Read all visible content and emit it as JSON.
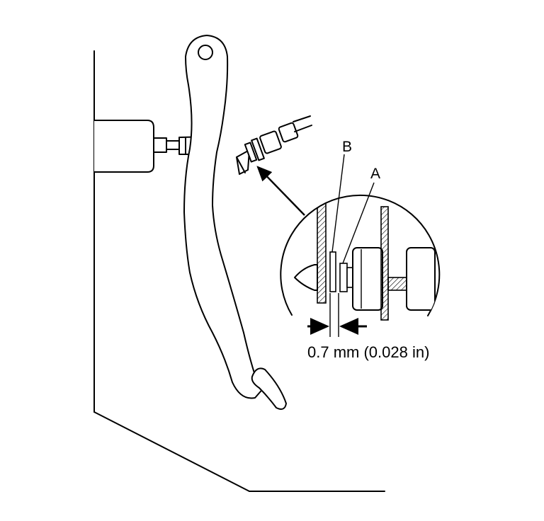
{
  "labels": {
    "a": "A",
    "b": "B",
    "dimension": "0.7 mm (0.028 in)"
  }
}
